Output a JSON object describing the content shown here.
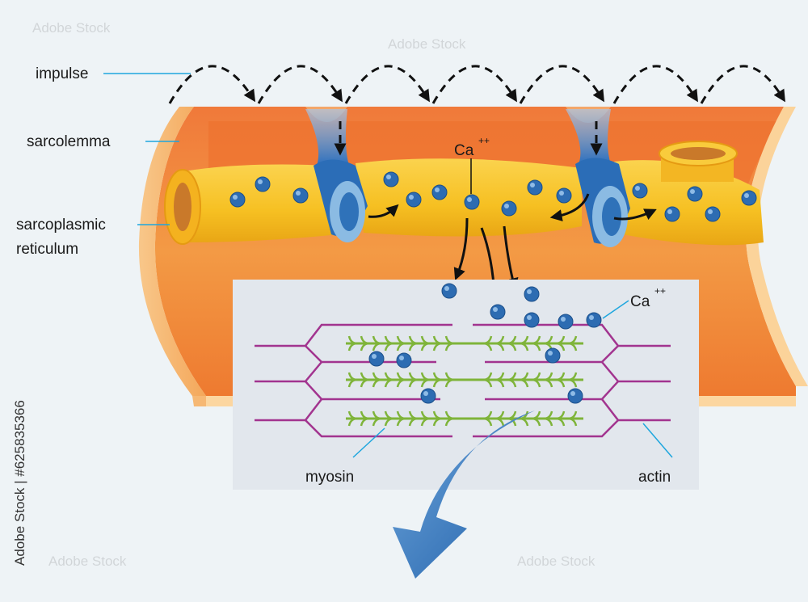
{
  "labels": {
    "impulse": "impulse",
    "sarcolemma": "sarcolemma",
    "sarcoplasmic_line1": "sarcoplasmic",
    "sarcoplasmic_line2": "reticulum",
    "ca_top": "Ca",
    "ca_top_sup": "++",
    "ca_inset": "Ca",
    "ca_inset_sup": "++",
    "myosin": "myosin",
    "actin": "actin"
  },
  "watermark": {
    "text": "Adobe Stock",
    "id_text": "Adobe Stock | #625835366"
  },
  "colors": {
    "background": "#eef3f6",
    "muscle_outer": "#f07a33",
    "muscle_rim": "#fcd9a0",
    "reticulum": "#f6c22a",
    "channel": "#2f7bc4",
    "ion": "#2e6fb3",
    "myosin": "#7fb43a",
    "actin": "#a2348f",
    "inset_bg": "#e3e8ee",
    "leader": "#1ea6de"
  }
}
